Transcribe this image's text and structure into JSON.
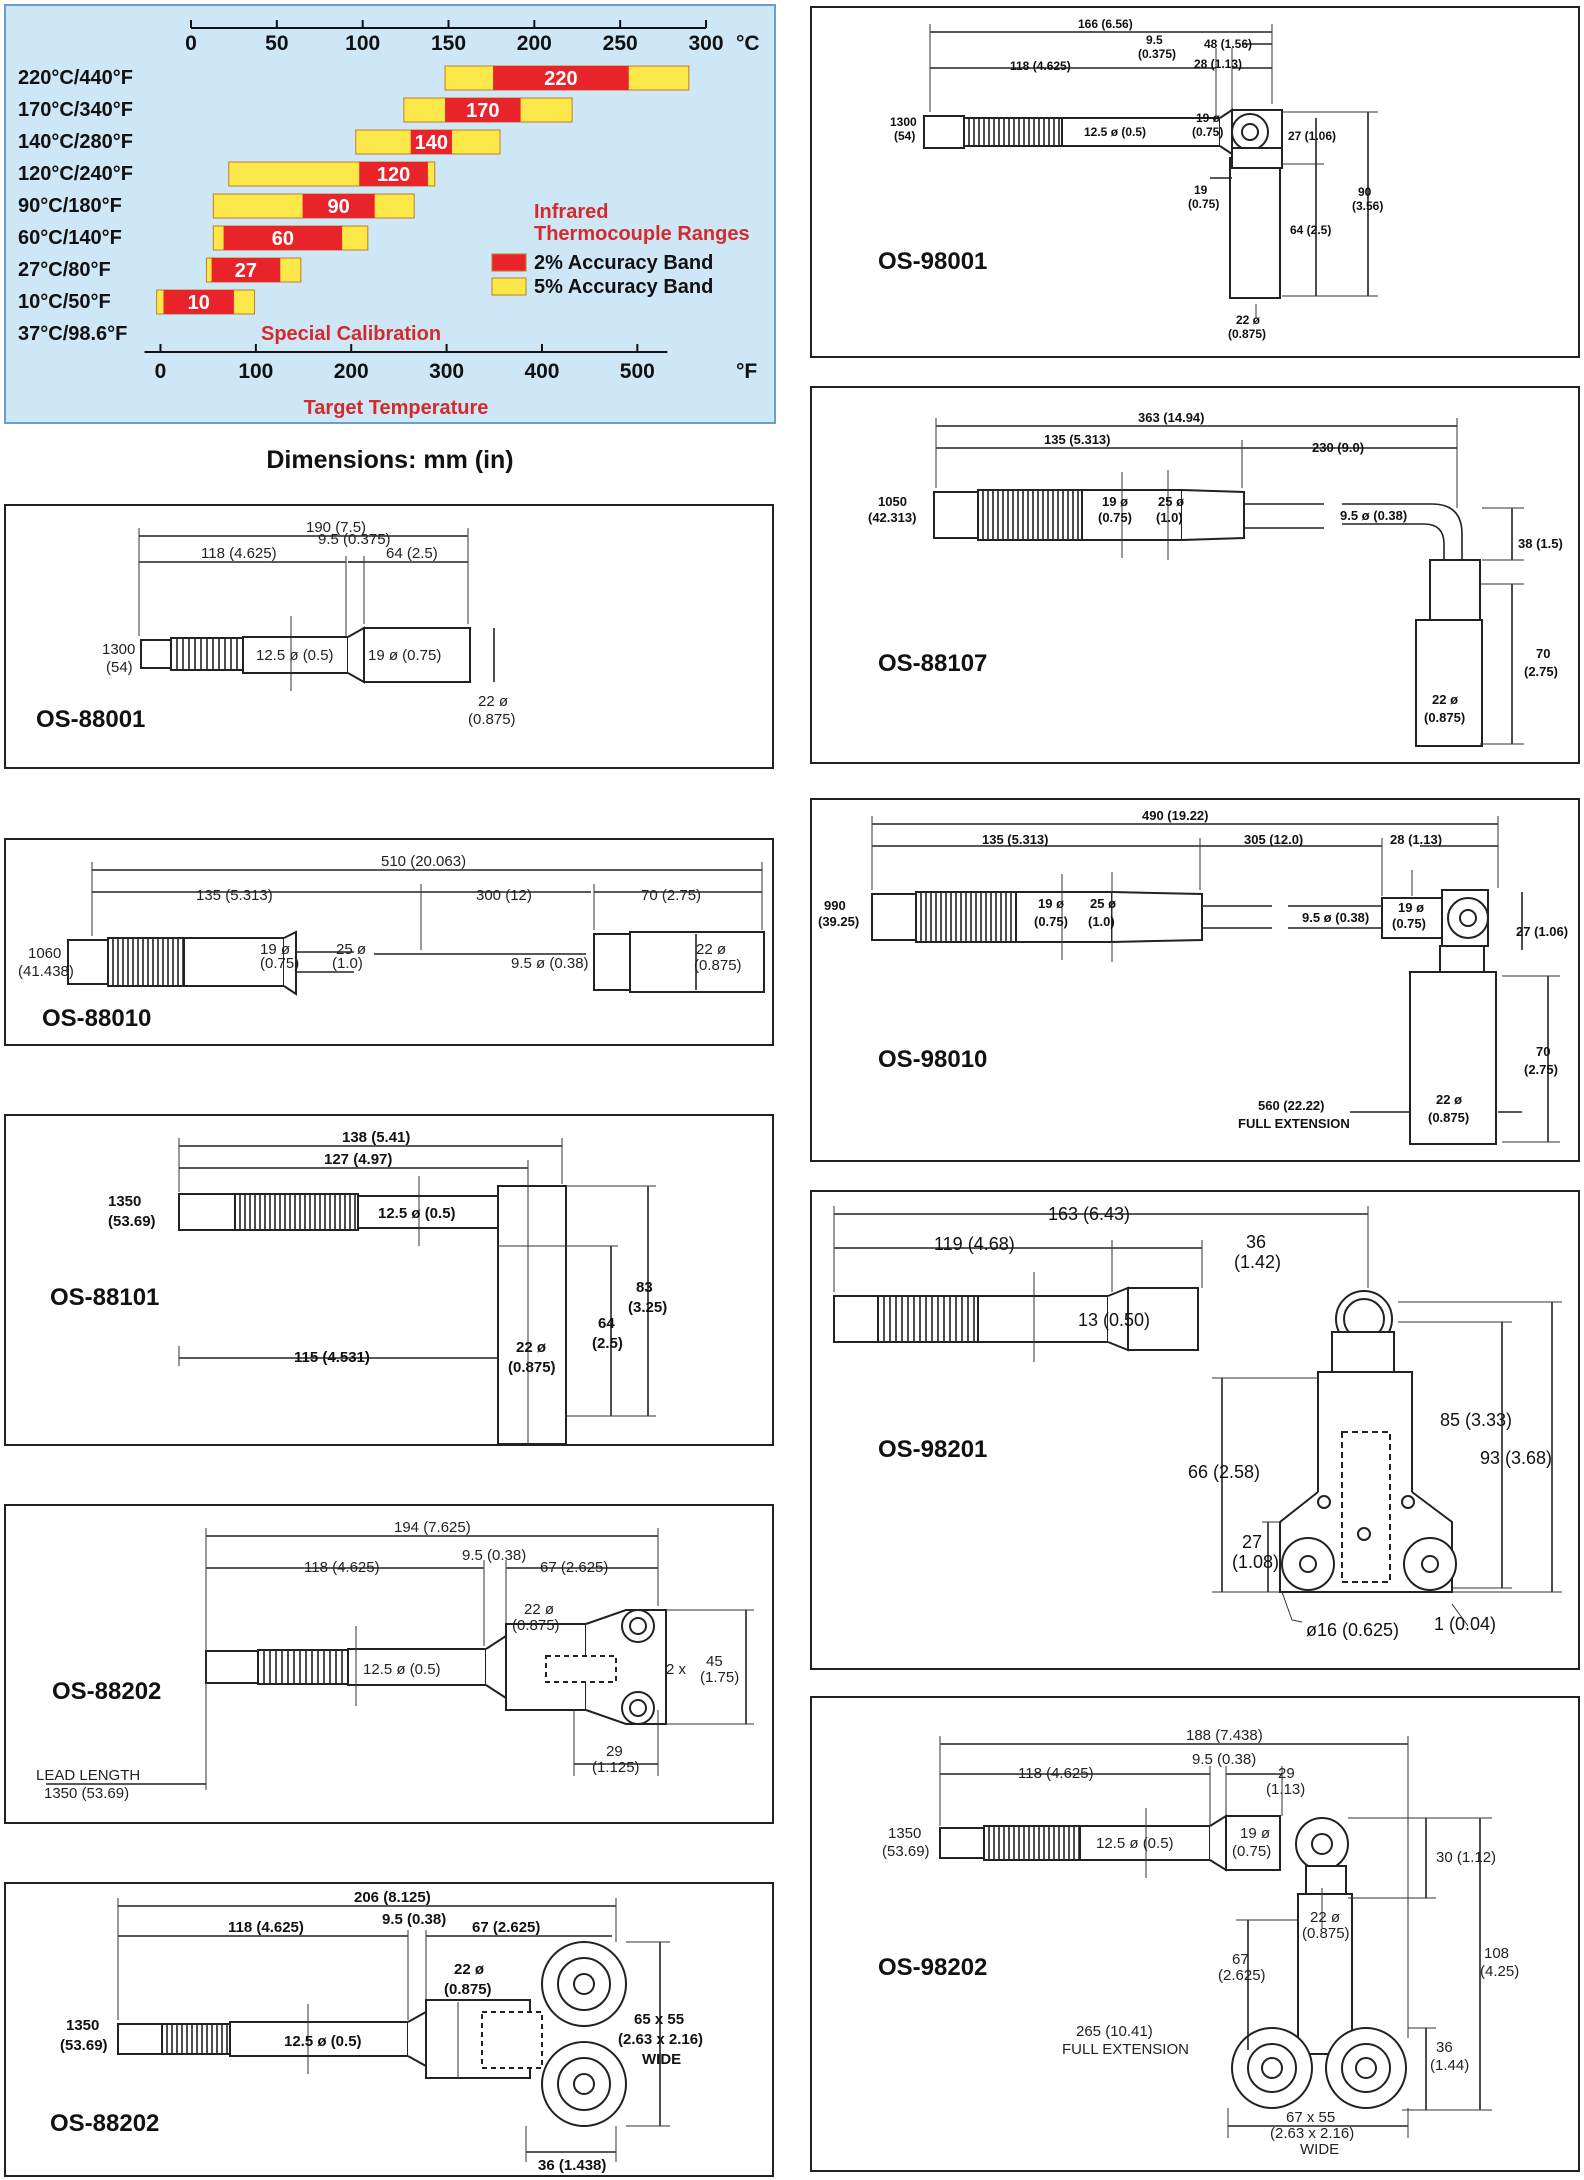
{
  "chart_data": {
    "type": "bar",
    "title": "Infrared Thermocouple Ranges",
    "xlabel": "Target Temperature",
    "note": "Special Calibration",
    "celsius_axis": {
      "ticks": [
        0,
        50,
        100,
        150,
        200,
        250,
        300
      ],
      "unit": "°C",
      "range": [
        0,
        300
      ]
    },
    "fahrenheit_axis": {
      "ticks": [
        0,
        100,
        200,
        300,
        400,
        500
      ],
      "unit": "°F",
      "range": [
        0,
        572
      ]
    },
    "legend": [
      {
        "label": "2% Accuracy Band",
        "color": "#e8232a"
      },
      {
        "label": "5% Accuracy Band",
        "color": "#fde84a"
      }
    ],
    "categories": [
      "220°C/440°F",
      "170°C/340°F",
      "140°C/280°F",
      "120°C/240°F",
      "90°C/180°F",
      "60°C/140°F",
      "27°C/80°F",
      "10°C/50°F",
      "37°C/98.6°F"
    ],
    "bars": [
      {
        "label": "220",
        "c5": [
          148,
          290
        ],
        "c2": [
          176,
          255
        ]
      },
      {
        "label": "170",
        "c5": [
          124,
          222
        ],
        "c2": [
          148,
          192
        ]
      },
      {
        "label": "140",
        "c5": [
          96,
          180
        ],
        "c2": [
          128,
          152
        ]
      },
      {
        "label": "120",
        "c5": [
          22,
          142
        ],
        "c2": [
          98,
          138
        ]
      },
      {
        "label": "90",
        "c5": [
          13,
          130
        ],
        "c2": [
          65,
          107
        ]
      },
      {
        "label": "60",
        "c5": [
          13,
          103
        ],
        "c2": [
          19,
          88
        ]
      },
      {
        "label": "27",
        "c5": [
          9,
          64
        ],
        "c2": [
          12,
          52
        ]
      },
      {
        "label": "10",
        "c5": [
          -20,
          37
        ],
        "c2": [
          -16,
          25
        ]
      }
    ]
  },
  "page": {
    "dimensions_title": "Dimensions: mm (in)"
  },
  "models": {
    "os88001": "OS-88001",
    "os88010": "OS-88010",
    "os88101": "OS-88101",
    "os88202a": "OS-88202",
    "os88202b": "OS-88202",
    "os98001": "OS-98001",
    "os88107": "OS-88107",
    "os98010": "OS-98010",
    "os98201": "OS-98201",
    "os98202": "OS-98202"
  },
  "dims": {
    "os88001": [
      "190 (7.5)",
      "118 (4.625)",
      "9.5 (0.375)",
      "64 (2.5)",
      "1300",
      "(54)",
      "12.5 ø (0.5)",
      "19 ø (0.75)",
      "22 ø",
      "(0.875)"
    ],
    "os88010": [
      "510 (20.063)",
      "135 (5.313)",
      "300 (12)",
      "70 (2.75)",
      "1060",
      "(41.438)",
      "19 ø",
      "(0.75)",
      "25 ø",
      "(1.0)",
      "9.5 ø (0.38)",
      "22 ø",
      "(0.875)"
    ],
    "os88101": [
      "138 (5.41)",
      "127 (4.97)",
      "1350",
      "(53.69)",
      "12.5 ø (0.5)",
      "115 (4.531)",
      "22 ø",
      "(0.875)",
      "64",
      "(2.5)",
      "83",
      "(3.25)"
    ],
    "os88202a": [
      "194 (7.625)",
      "118 (4.625)",
      "9.5 (0.38)",
      "67 (2.625)",
      "22 ø",
      "(0.875)",
      "12.5 ø (0.5)",
      "2 x",
      "45",
      "(1.75)",
      "29",
      "(1.125)",
      "LEAD LENGTH",
      "1350 (53.69)"
    ],
    "os88202b": [
      "206 (8.125)",
      "118 (4.625)",
      "9.5 (0.38)",
      "67 (2.625)",
      "1350",
      "(53.69)",
      "22 ø",
      "(0.875)",
      "12.5 ø (0.5)",
      "65 x 55",
      "(2.63 x 2.16)",
      "WIDE",
      "36 (1.438)"
    ],
    "os98001": [
      "166 (6.56)",
      "9.5",
      "(0.375)",
      "48 (1.56)",
      "118 (4.625)",
      "28 (1.13)",
      "1300",
      "(54)",
      "12.5 ø (0.5)",
      "19 ø",
      "(0.75)",
      "27 (1.06)",
      "19",
      "(0.75)",
      "64 (2.5)",
      "90",
      "(3.56)",
      "22 ø",
      "(0.875)"
    ],
    "os88107": [
      "363 (14.94)",
      "135 (5.313)",
      "230 (9.0)",
      "1050",
      "(42.313)",
      "19 ø",
      "(0.75)",
      "25 ø",
      "(1.0)",
      "9.5 ø (0.38)",
      "38 (1.5)",
      "70",
      "(2.75)",
      "22 ø",
      "(0.875)"
    ],
    "os98010": [
      "490 (19.22)",
      "135 (5.313)",
      "305 (12.0)",
      "28 (1.13)",
      "990",
      "(39.25)",
      "19 ø",
      "(0.75)",
      "25 ø",
      "(1.0)",
      "9.5 ø (0.38)",
      "19 ø",
      "(0.75)",
      "27 (1.06)",
      "70",
      "(2.75)",
      "560 (22.22)",
      "FULL EXTENSION",
      "22 ø",
      "(0.875)"
    ],
    "os98201": [
      "163 (6.43)",
      "119 (4.68)",
      "36",
      "(1.42)",
      "13 (0.50)",
      "85 (3.33)",
      "93 (3.68)",
      "66 (2.58)",
      "27",
      "(1.08)",
      "ø16 (0.625)",
      "1 (0.04)"
    ],
    "os98202": [
      "188 (7.438)",
      "118 (4.625)",
      "9.5 (0.38)",
      "29",
      "(1.13)",
      "1350",
      "(53.69)",
      "12.5 ø (0.5)",
      "19 ø",
      "(0.75)",
      "30 (1.12)",
      "22 ø",
      "(0.875)",
      "67",
      "(2.625)",
      "108",
      "(4.25)",
      "36",
      "(1.44)",
      "265 (10.41)",
      "FULL EXTENSION",
      "67 x 55",
      "(2.63 x 2.16)",
      "WIDE"
    ]
  }
}
